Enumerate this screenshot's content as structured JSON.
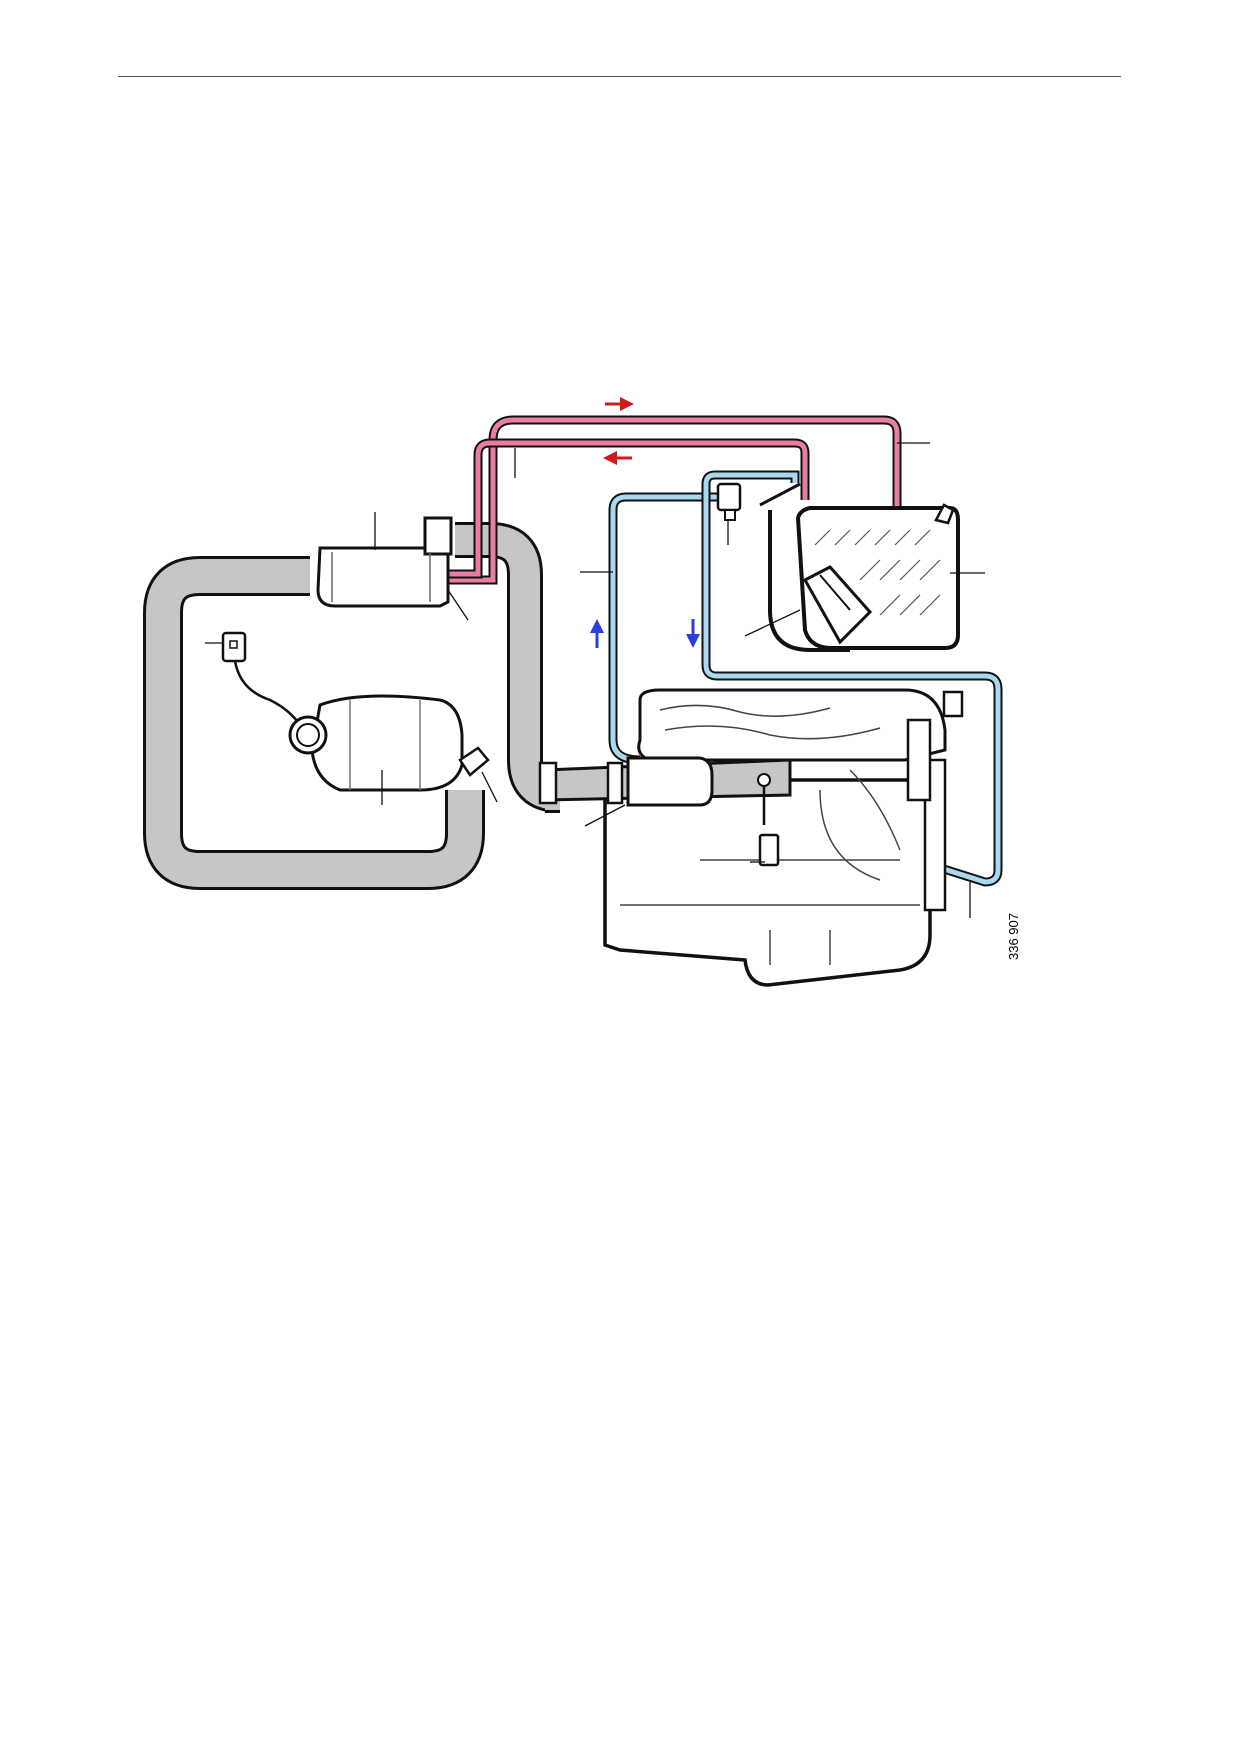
{
  "figure": {
    "number": "336 907"
  },
  "colors": {
    "return_line": "#e87ea8",
    "feed_line": "#a9d9ef",
    "hose": "#c6c6c6",
    "arrow_red": "#d01b1b",
    "arrow_blue": "#2a3fe0",
    "outline": "#111111"
  },
  "icons": [
    "arrow-right-red",
    "arrow-left-red",
    "arrow-up-blue",
    "arrow-down-blue"
  ]
}
